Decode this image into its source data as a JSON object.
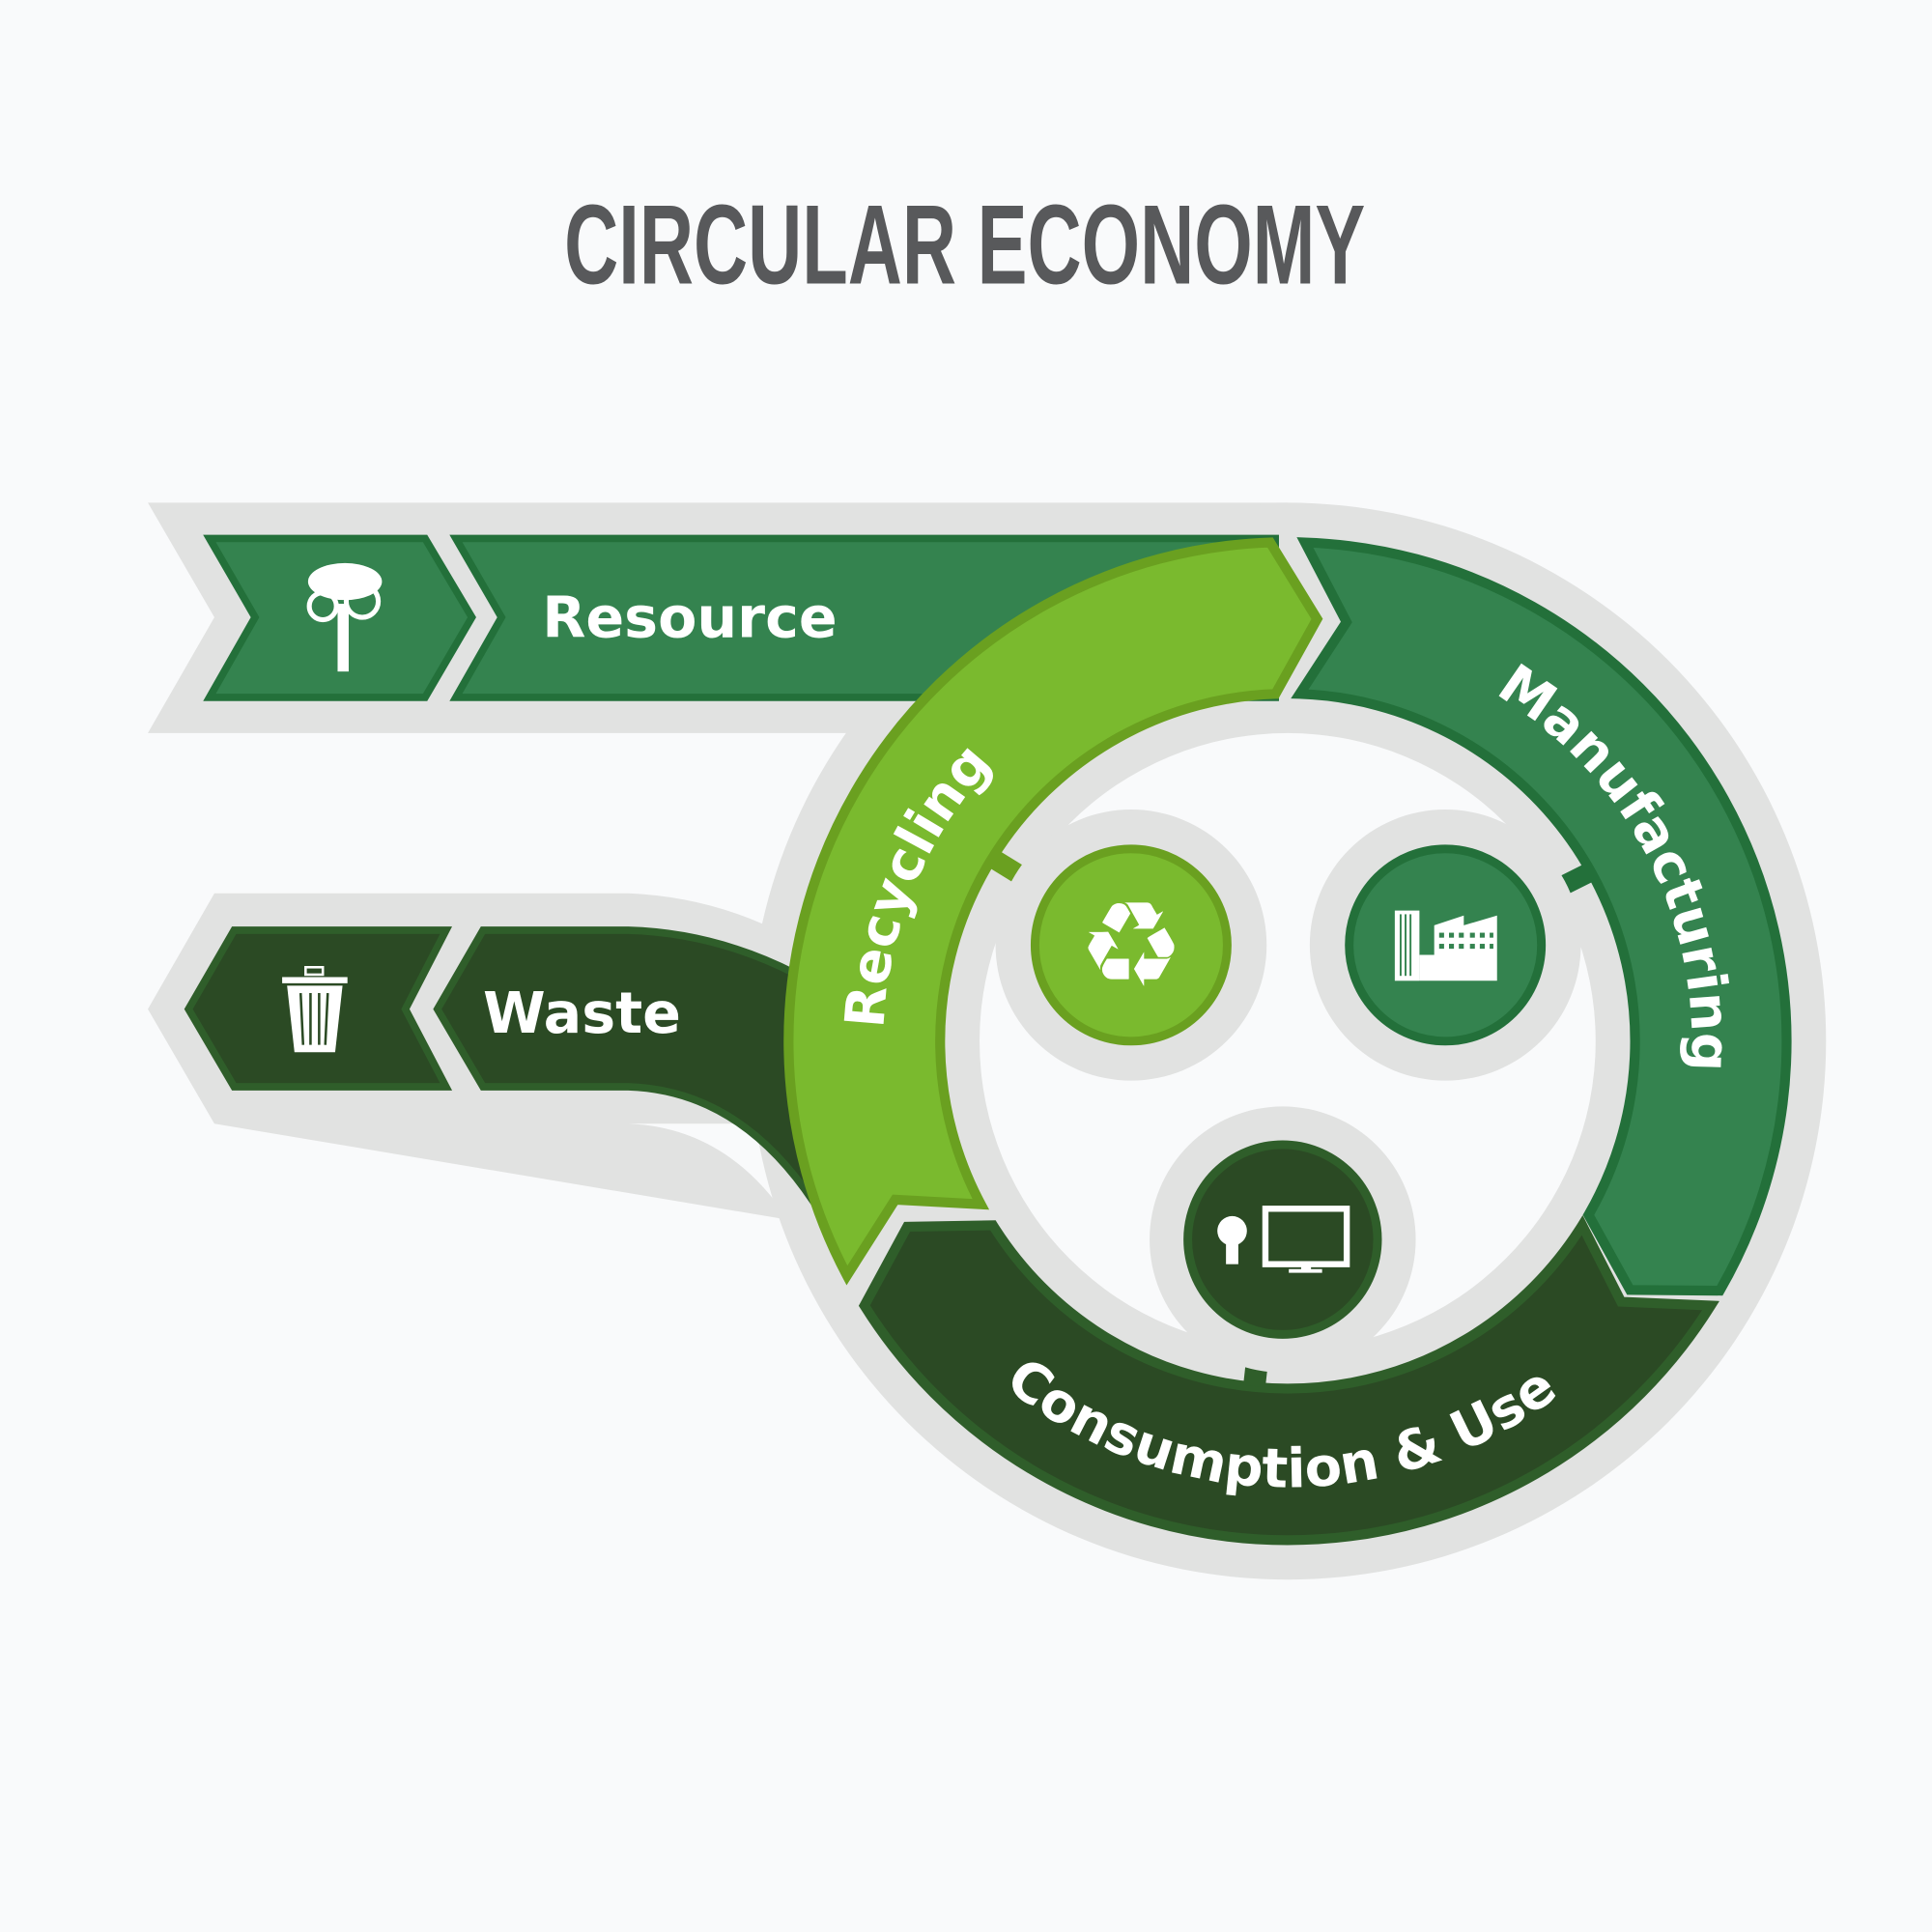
{
  "title": "CIRCULAR ECONOMY",
  "stages": {
    "resource": {
      "label": "Resource",
      "icon": "tree-icon"
    },
    "waste": {
      "label": "Waste",
      "icon": "trash-icon"
    },
    "manufacturing": {
      "label": "Manufacturing",
      "icon": "factory-icon"
    },
    "consumption": {
      "label": "Consumption & Use",
      "icon": "lightbulb-monitor-icon"
    },
    "recycling": {
      "label": "Recycling",
      "icon": "recycle-icon"
    }
  },
  "colors": {
    "gray": "#e1e2e1",
    "resource": "#34834f",
    "resource_border": "#23703a",
    "manufacturing": "#34834f",
    "consumption": "#2b4a24",
    "consumption_border": "#2f5e2a",
    "recycling": "#7aba2e",
    "recycling_border": "#6aa020",
    "title": "#58595b"
  }
}
